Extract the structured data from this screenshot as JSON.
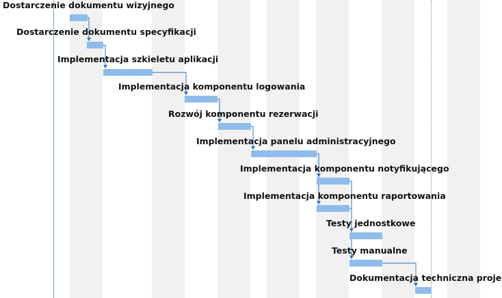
{
  "colors": {
    "bar": "#8fbcea",
    "dependency_arrow": "#2f6fb5",
    "weekend_shading": "#f1f1f1",
    "current_date_line": "#70b870"
  },
  "tasks": [
    {
      "id": "t1",
      "label": "Dostarczenie dokumentu wizyjnego"
    },
    {
      "id": "t2",
      "label": "Dostarczenie dokumentu specyfikacji"
    },
    {
      "id": "t3",
      "label": "Implementacja szkieletu aplikacji"
    },
    {
      "id": "t4",
      "label": "Implementacja komponentu logowania"
    },
    {
      "id": "t5",
      "label": "Rozwój komponentu rezerwacji"
    },
    {
      "id": "t6",
      "label": "Implementacja panelu administracyjnego"
    },
    {
      "id": "t7",
      "label": "Implementacja komponentu notyfikującego"
    },
    {
      "id": "t8",
      "label": "Implementacja komponentu raportowania"
    },
    {
      "id": "t9",
      "label": "Testy jednostkowe"
    },
    {
      "id": "t10",
      "label": "Testy manualne"
    },
    {
      "id": "t11",
      "label": "Dokumentacja techniczna projektu"
    }
  ]
}
